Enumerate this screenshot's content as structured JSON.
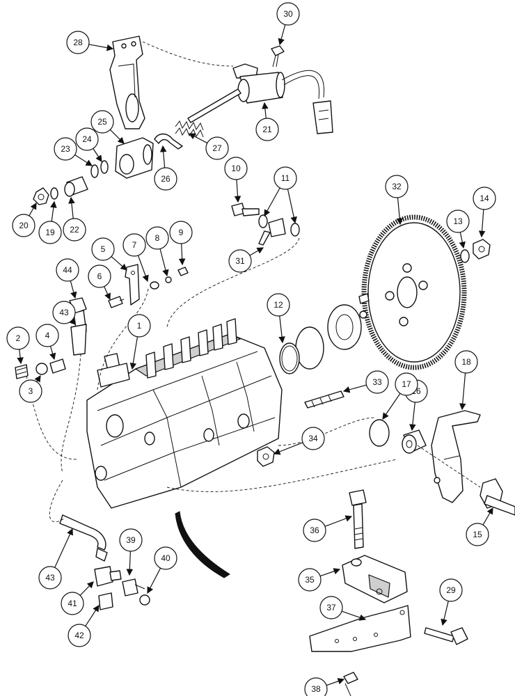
{
  "diagram": {
    "callouts": [
      "1",
      "2",
      "3",
      "4",
      "5",
      "6",
      "7",
      "8",
      "9",
      "10",
      "11",
      "12",
      "13",
      "14",
      "15",
      "16",
      "17",
      "18",
      "19",
      "20",
      "21",
      "22",
      "23",
      "24",
      "25",
      "26",
      "27",
      "28",
      "29",
      "30",
      "31",
      "32",
      "33",
      "34",
      "35",
      "36",
      "37",
      "38",
      "39",
      "40",
      "41",
      "42",
      "43",
      "44"
    ]
  },
  "colors": {
    "line": "#111111",
    "background": "#ffffff",
    "shade": "#cfcfcf"
  }
}
